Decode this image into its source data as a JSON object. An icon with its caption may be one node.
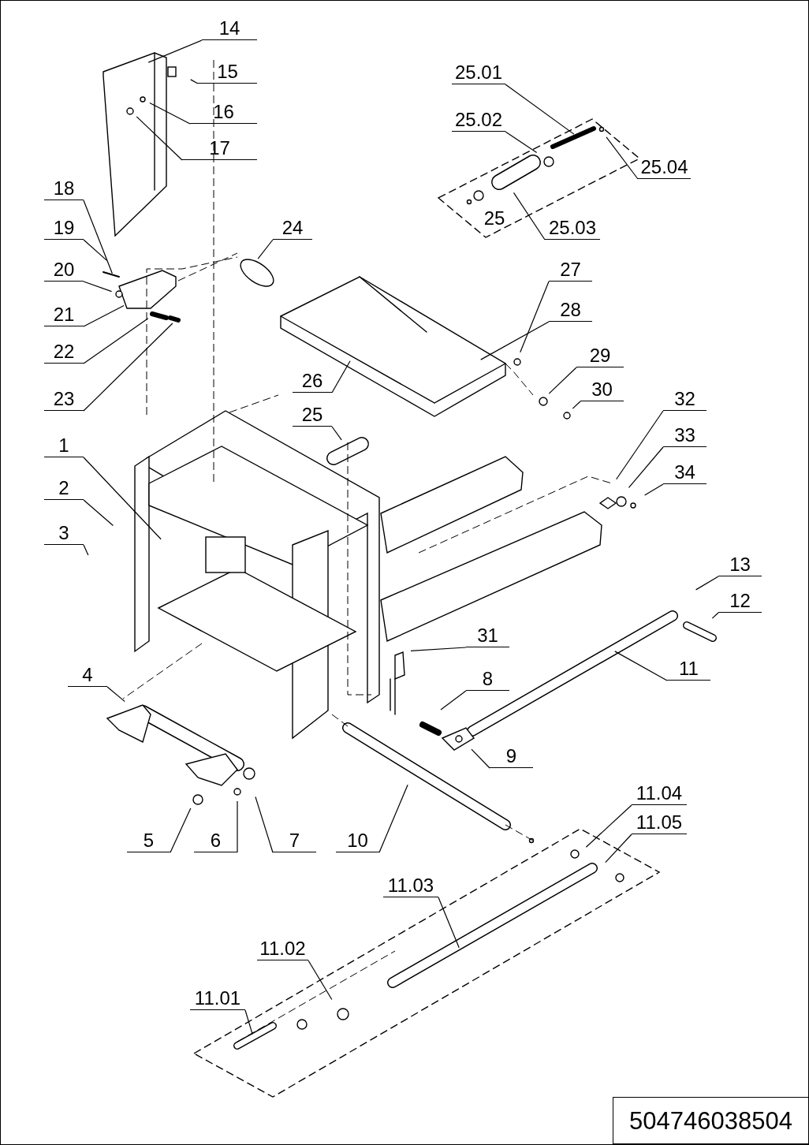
{
  "diagram": {
    "nodes": [
      {
        "text": [
          "14"
        ]
      },
      {
        "text": [
          "25.01"
        ]
      },
      {
        "text": [
          "15"
        ]
      },
      {
        "text": [
          "16"
        ]
      },
      {
        "text": [
          "25.02"
        ]
      },
      {
        "text": [
          "17"
        ]
      },
      {
        "text": [
          "25.04"
        ]
      },
      {
        "text": [
          "18"
        ]
      },
      {
        "text": [
          "24"
        ]
      },
      {
        "text": [
          "25.03"
        ]
      },
      {
        "text": [
          "19"
        ]
      },
      {
        "text": [
          "20"
        ]
      },
      {
        "text": [
          "27"
        ]
      },
      {
        "text": [
          "28"
        ]
      },
      {
        "text": [
          "21"
        ]
      },
      {
        "text": [
          "22"
        ]
      },
      {
        "text": [
          "29"
        ]
      },
      {
        "text": [
          "26"
        ]
      },
      {
        "text": [
          "30"
        ]
      },
      {
        "text": [
          "23"
        ]
      },
      {
        "text": [
          "25"
        ]
      },
      {
        "text": [
          "32"
        ]
      },
      {
        "text": [
          "33"
        ]
      },
      {
        "text": [
          "1"
        ]
      },
      {
        "text": [
          "34"
        ]
      },
      {
        "text": [
          "2"
        ]
      },
      {
        "text": [
          "3"
        ]
      },
      {
        "text": [
          "13"
        ]
      },
      {
        "text": [
          "12"
        ]
      },
      {
        "text": [
          "31"
        ]
      },
      {
        "text": [
          "11"
        ]
      },
      {
        "text": [
          "4"
        ]
      },
      {
        "text": [
          "8"
        ]
      },
      {
        "text": [
          "9"
        ]
      },
      {
        "text": [
          "11.04"
        ]
      },
      {
        "text": [
          "11.05"
        ]
      },
      {
        "text": [
          "5"
        ]
      },
      {
        "text": [
          "6"
        ]
      },
      {
        "text": [
          "7"
        ]
      },
      {
        "text": [
          "10"
        ]
      },
      {
        "text": [
          "11.03"
        ]
      },
      {
        "text": [
          "11.02"
        ]
      },
      {
        "text": [
          "11.01"
        ]
      }
    ],
    "edges": [
      {
        "from": 0,
        "to": null,
        "arrow": "none"
      },
      {
        "from": 1,
        "to": null,
        "arrow": "none"
      },
      {
        "from": 2,
        "to": null,
        "arrow": "none"
      },
      {
        "from": 3,
        "to": null,
        "arrow": "none"
      },
      {
        "from": 4,
        "to": null,
        "arrow": "none"
      },
      {
        "from": 5,
        "to": null,
        "arrow": "none"
      },
      {
        "from": 6,
        "to": null,
        "arrow": "none"
      },
      {
        "from": 7,
        "to": null,
        "arrow": "none"
      },
      {
        "from": 8,
        "to": null,
        "arrow": "none"
      },
      {
        "from": 9,
        "to": null,
        "arrow": "none"
      },
      {
        "from": 10,
        "to": null,
        "arrow": "none"
      },
      {
        "from": 11,
        "to": null,
        "arrow": "none"
      },
      {
        "from": 12,
        "to": null,
        "arrow": "none"
      },
      {
        "from": 13,
        "to": null,
        "arrow": "none"
      },
      {
        "from": 14,
        "to": null,
        "arrow": "none"
      },
      {
        "from": 15,
        "to": null,
        "arrow": "none"
      },
      {
        "from": 16,
        "to": null,
        "arrow": "none"
      },
      {
        "from": 17,
        "to": null,
        "arrow": "none"
      },
      {
        "from": 18,
        "to": null,
        "arrow": "none"
      },
      {
        "from": 19,
        "to": null,
        "arrow": "none"
      },
      {
        "from": 20,
        "to": null,
        "arrow": "none"
      },
      {
        "from": 21,
        "to": null,
        "arrow": "none"
      },
      {
        "from": 22,
        "to": null,
        "arrow": "none"
      },
      {
        "from": 23,
        "to": null,
        "arrow": "none"
      },
      {
        "from": 24,
        "to": null,
        "arrow": "none"
      },
      {
        "from": 25,
        "to": null,
        "arrow": "none"
      },
      {
        "from": 26,
        "to": null,
        "arrow": "none"
      },
      {
        "from": 27,
        "to": null,
        "arrow": "none"
      },
      {
        "from": 28,
        "to": null,
        "arrow": "none"
      },
      {
        "from": 29,
        "to": null,
        "arrow": "none"
      },
      {
        "from": 30,
        "to": null,
        "arrow": "none"
      },
      {
        "from": 31,
        "to": null,
        "arrow": "none"
      },
      {
        "from": 32,
        "to": null,
        "arrow": "none"
      },
      {
        "from": 33,
        "to": null,
        "arrow": "none"
      },
      {
        "from": 34,
        "to": null,
        "arrow": "none"
      },
      {
        "from": 35,
        "to": null,
        "arrow": "none"
      },
      {
        "from": 36,
        "to": null,
        "arrow": "none"
      },
      {
        "from": 37,
        "to": null,
        "arrow": "none"
      },
      {
        "from": 38,
        "to": null,
        "arrow": "none"
      },
      {
        "from": 39,
        "to": null,
        "arrow": "none"
      },
      {
        "from": 40,
        "to": null,
        "arrow": "none"
      },
      {
        "from": 41,
        "to": null,
        "arrow": "none"
      },
      {
        "from": 42,
        "to": null,
        "arrow": "none"
      }
    ],
    "labels": [
      "25",
      "504746038504"
    ]
  }
}
